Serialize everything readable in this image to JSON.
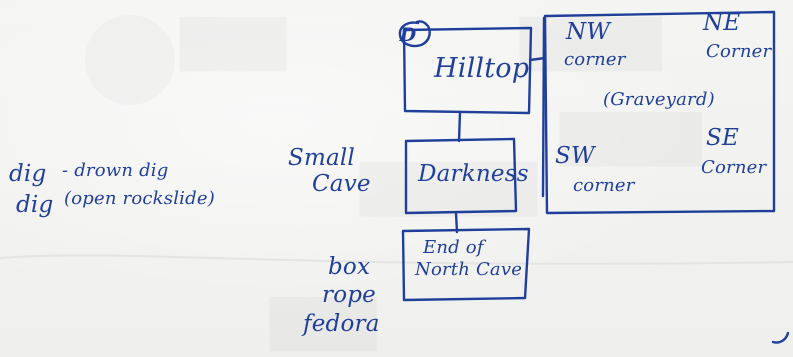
{
  "marker": "D",
  "rooms": {
    "hilltop": "Hilltop",
    "darkness": "Darkness",
    "end_of_north_cave": [
      "End of",
      "North Cave"
    ]
  },
  "graveyard": {
    "nw": [
      "NW",
      "corner"
    ],
    "ne": [
      "NE",
      "Corner"
    ],
    "center": "(Graveyard)",
    "sw": [
      "SW",
      "corner"
    ],
    "se": [
      "SE",
      "Corner"
    ]
  },
  "notes": {
    "dig_top": "dig",
    "dig_top_arrow": "- drown dig",
    "dig_bottom": "dig",
    "dig_bottom_arrow": "(open rockslide)",
    "small_cave": [
      "Small",
      "Cave"
    ],
    "items": [
      "box",
      "rope",
      "fedora"
    ]
  }
}
